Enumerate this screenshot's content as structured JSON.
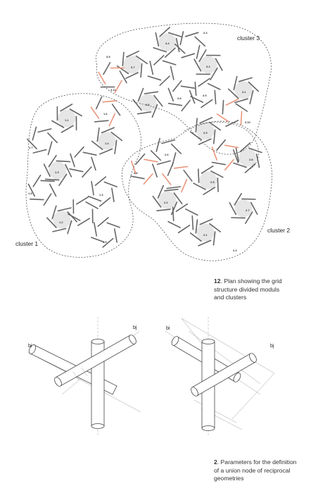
{
  "clusters": {
    "c1": "cluster 1",
    "c2": "cluster  2",
    "c3": "cluster 3"
  },
  "modules": {
    "m1_1": "1.1",
    "m1_2": "1.2",
    "m1_3": "1.3",
    "m1_4": "1.4",
    "m1_5": "1.5",
    "m1_6": "1.6",
    "m1_7": "1.7",
    "m1_8": "1.8",
    "m1_9": "1.9",
    "m1_3b": "1.3",
    "m2_1": "2.1",
    "m2_2": "2.2",
    "m2_3": "2.3",
    "m2_4": "2.4",
    "m2_5": "2.5",
    "m2_6": "2.6",
    "m2_7": "2.7",
    "m2_8": "2.8",
    "m2_9": "2.9",
    "m3_1": "3.1",
    "m3_2": "3.2",
    "m3_3": "3.3",
    "m3_4": "3.4",
    "m3_5": "3.5",
    "m3_6": "3.6",
    "m3_7": "3.7",
    "m3_8": "3.8",
    "m3_9": "3.9",
    "m3_10": "3.10",
    "m3_11": "3.11"
  },
  "captions": {
    "fig12_num": "12",
    "fig12_line1": ". Plan showing the grid",
    "fig12_line2": "structure divided moduls",
    "fig12_line3": "and clusters",
    "fig2_num": "2",
    "fig2_line1": ". Parameters for the definition",
    "fig2_line2": "of a union node of reciprocal",
    "fig2_line3": "geometries"
  },
  "node_labels": {
    "left_bi": "bi",
    "left_bj": "bj",
    "right_bi": "bi",
    "right_bj": "bj"
  },
  "colors": {
    "rod": "#666666",
    "highlight": "#e8957a",
    "hex_fill": "#e6e6e6",
    "boundary": "#555555"
  }
}
